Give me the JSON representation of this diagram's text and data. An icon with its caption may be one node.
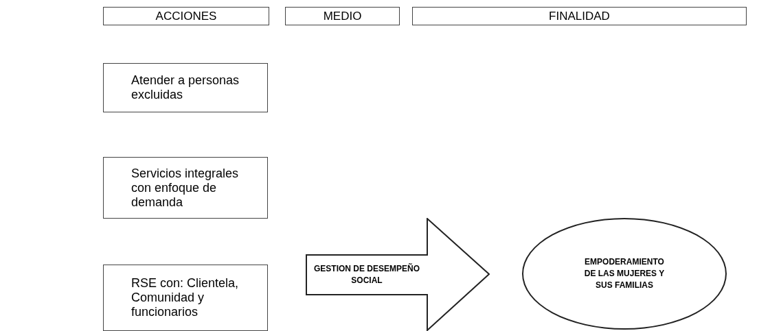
{
  "diagram": {
    "nodes": [
      {
        "text": [
          "ACCIONES"
        ]
      },
      {
        "text": [
          "MEDIO"
        ]
      },
      {
        "text": [
          "FINALIDAD"
        ]
      },
      {
        "text": [
          "Atender a personas excluidas"
        ]
      },
      {
        "text": [
          "Servicios integrales con enfoque de demanda"
        ]
      },
      {
        "text": [
          "RSE con: Clientela, Comunidad y funcionarios"
        ]
      },
      {
        "text": [
          "GESTION DE DESEMPEÑO SOCIAL"
        ]
      },
      {
        "text": [
          "EMPODERAMIENTO DE LAS MUJERES Y SUS FAMILIAS"
        ]
      }
    ]
  }
}
